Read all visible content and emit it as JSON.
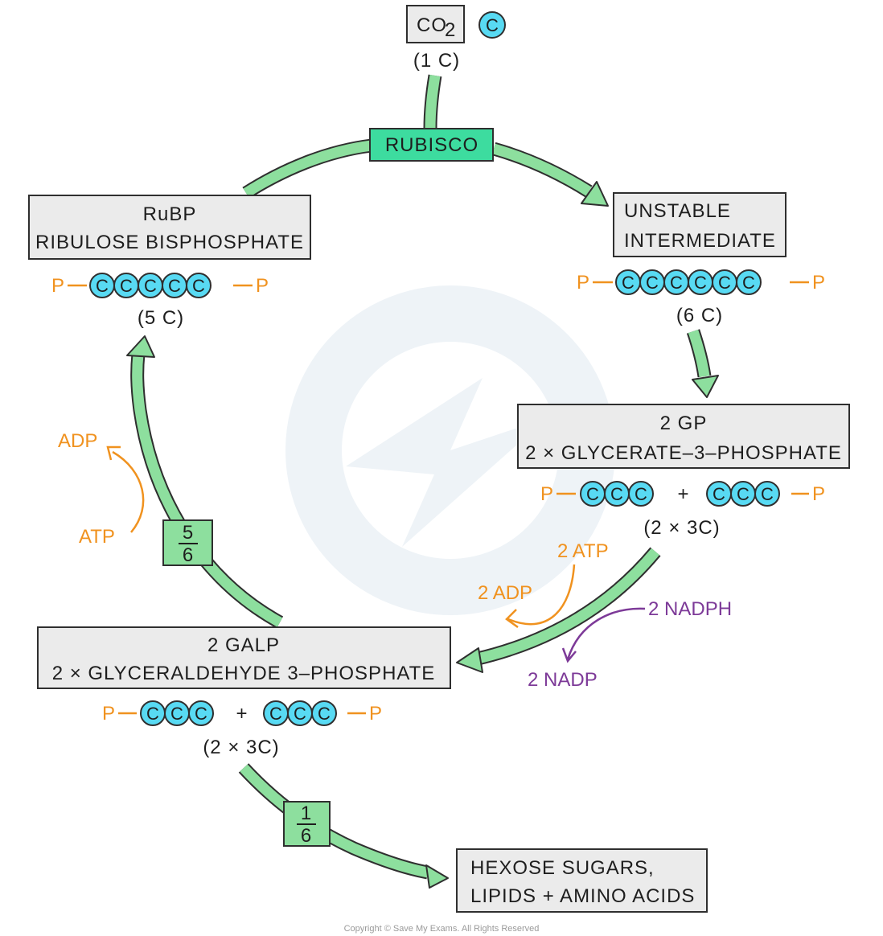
{
  "co2": {
    "label": "CO",
    "sub": "2",
    "carbon": "C",
    "count": "(1 C)"
  },
  "enzyme": {
    "label": "RUBISCO"
  },
  "rubp": {
    "line1": "RuBP",
    "line2": "RIBULOSE  BISPHOSPHATE",
    "phosphate": "P",
    "carbon": "C",
    "count": "(5 C)"
  },
  "intermediate": {
    "line1": "UNSTABLE",
    "line2": "INTERMEDIATE",
    "phosphate": "P",
    "carbon": "C",
    "count": "(6 C)"
  },
  "gp": {
    "line1": "2 GP",
    "line2": "2 × GLYCERATE–3–PHOSPHATE",
    "phosphate": "P",
    "carbon": "C",
    "plus": "+",
    "count": "(2 × 3C)"
  },
  "galp": {
    "line1": "2 GALP",
    "line2": "2 × GLYCERALDEHYDE  3–PHOSPHATE",
    "phosphate": "P",
    "carbon": "C",
    "plus": "+",
    "count": "(2 × 3C)"
  },
  "products": {
    "line1": "HEXOSE  SUGARS,",
    "line2": "LIPIDS + AMINO  ACIDS"
  },
  "fraction_regen": {
    "num": "5",
    "den": "6"
  },
  "fraction_out": {
    "num": "1",
    "den": "6"
  },
  "reduction": {
    "atp": "2 ATP",
    "adp": "2 ADP",
    "nadph": "2 NADPH",
    "nadp": "2 NADP"
  },
  "regeneration": {
    "atp": "ATP",
    "adp": "ADP"
  },
  "copyright": "Copyright © Save My Exams. All Rights Reserved",
  "colors": {
    "box_fill": "#ebebeb",
    "enzyme_fill": "#3ddc9f",
    "arrow_fill": "#8ddf9e",
    "carbon_fill": "#58daf3",
    "phosphate": "#f0921f",
    "nadph": "#7d3a98"
  }
}
